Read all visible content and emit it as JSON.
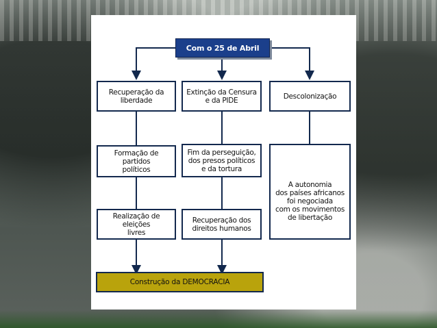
{
  "diagram": {
    "top": "Com o 25 de Abril",
    "columns": [
      {
        "items": [
          "Recuperação da\nliberdade",
          "Formação de partidos\npolíticos",
          "Realização de eleições\nlivres"
        ]
      },
      {
        "items": [
          "Extinção da Censura\ne da PIDE",
          "Fim da perseguição,\ndos presos políticos\ne da tortura",
          "Recuperação dos\ndireitos humanos"
        ]
      },
      {
        "items": [
          "Descolonização",
          "A autonomia\ndos países africanos\nfoi negociada\ncom os movimentos\nde libertação"
        ]
      }
    ],
    "bottom": "Construção da DEMOCRACIA"
  },
  "colors": {
    "line": "#12284d",
    "top_fill": "#1b3f8b",
    "bottom_fill": "#b9a30c"
  }
}
